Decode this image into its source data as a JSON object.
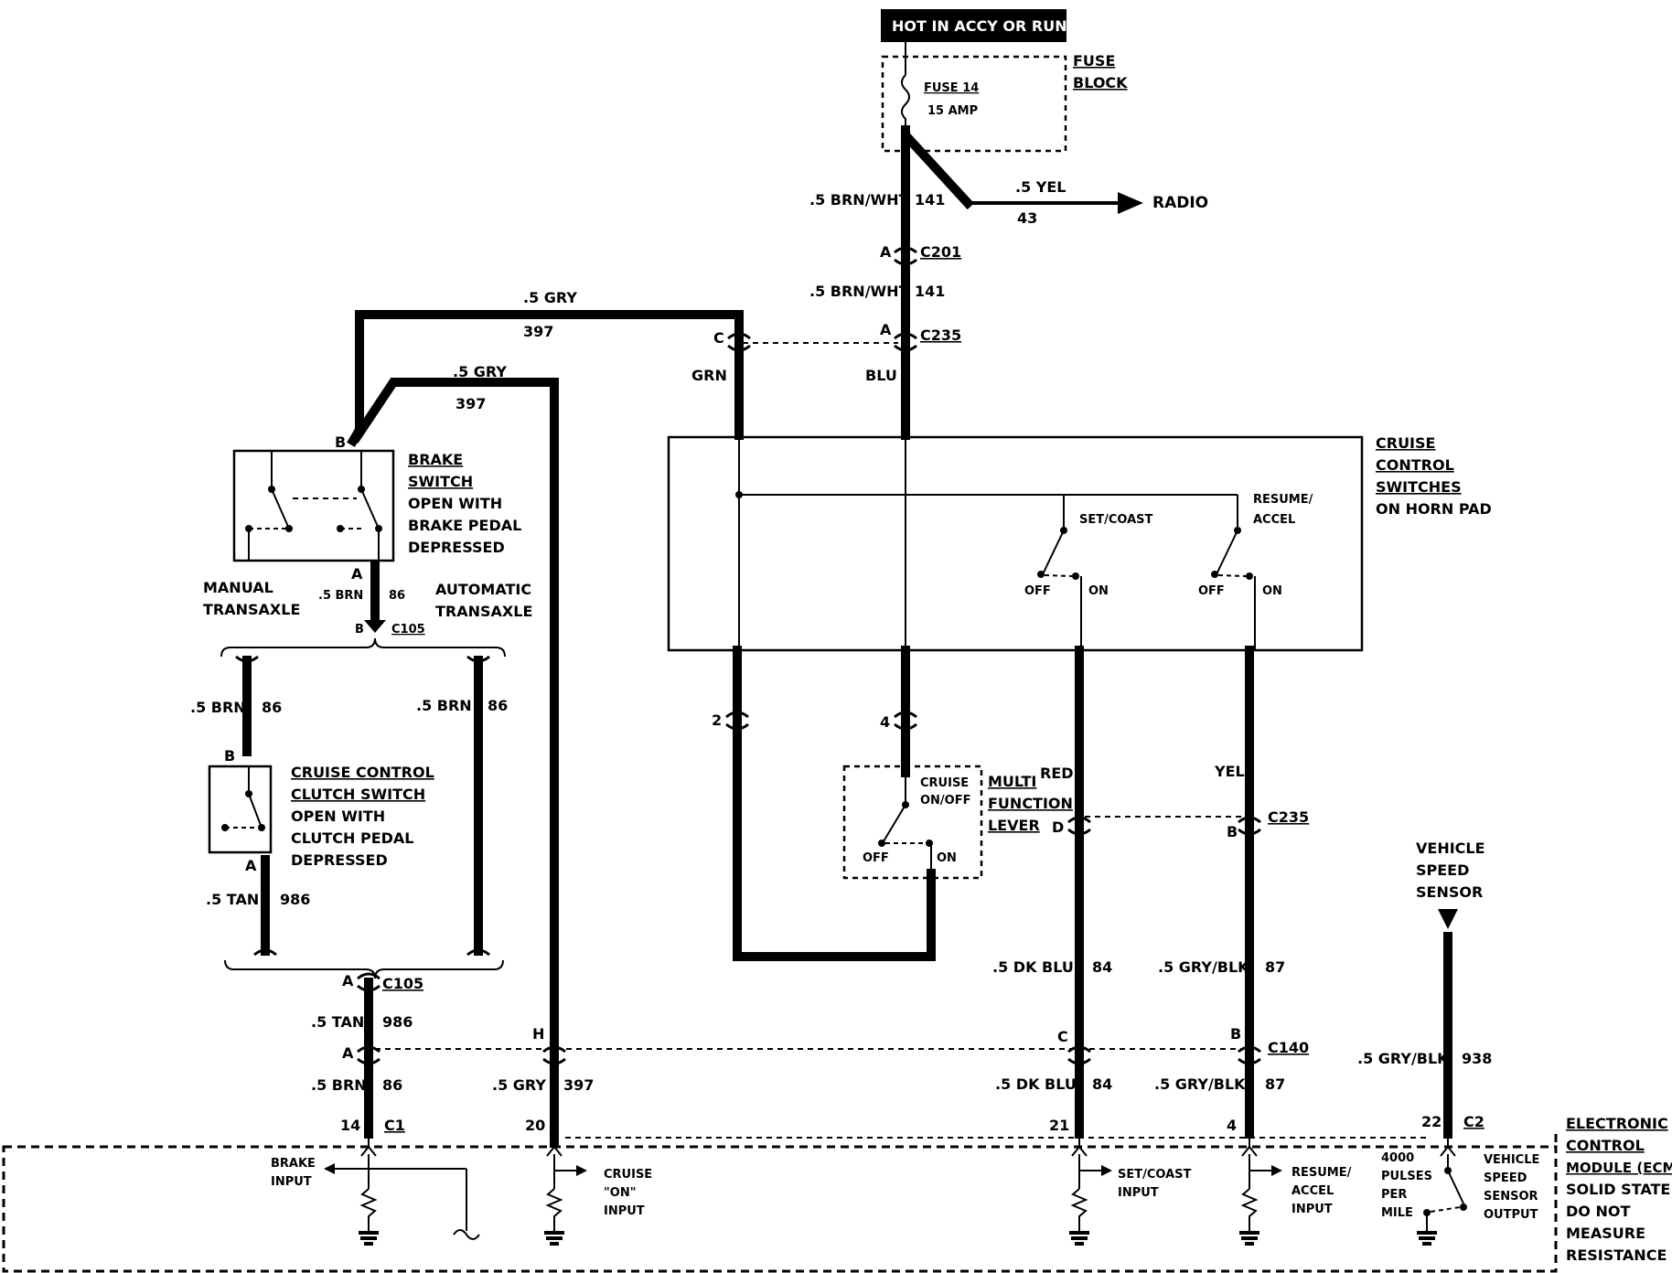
{
  "power": {
    "header": "HOT IN ACCY OR RUN",
    "fuse_block": [
      "FUSE",
      "BLOCK"
    ],
    "fuse_name": "FUSE 14",
    "fuse_rating": "15 AMP"
  },
  "radio": {
    "wire_color": ".5 YEL",
    "circuit": "43",
    "label": "RADIO"
  },
  "feed": {
    "wire1_color": ".5 BRN/WHT",
    "wire1_circuit": "141",
    "c201_pin": "A",
    "c201": "C201",
    "wire2_color": ".5 BRN/WHT",
    "wire2_circuit": "141",
    "c235_pin_a": "A",
    "c235": "C235",
    "c235_pin_c": "C",
    "grn": "GRN",
    "blu": "BLU"
  },
  "gry_wires": {
    "top_color": ".5 GRY",
    "top_circuit": "397",
    "mid_color": ".5 GRY",
    "mid_circuit": "397"
  },
  "brake_switch": {
    "pin_b": "B",
    "pin_a": "A",
    "title": [
      "BRAKE",
      "SWITCH"
    ],
    "desc": [
      "OPEN WITH",
      "BRAKE PEDAL",
      "DEPRESSED"
    ]
  },
  "transaxle": {
    "manual": [
      "MANUAL",
      "TRANSAXLE"
    ],
    "automatic": [
      "AUTOMATIC",
      "TRANSAXLE"
    ],
    "brn_color": ".5 BRN",
    "brn_circuit": "86",
    "c105_pin_b": "B",
    "c105": "C105"
  },
  "clutch": {
    "left_color": ".5 BRN",
    "left_circuit": "86",
    "right_color": ".5 BRN",
    "right_circuit": "86",
    "pin_b": "B",
    "pin_a": "A",
    "title": [
      "CRUISE CONTROL",
      "CLUTCH SWITCH"
    ],
    "desc": [
      "OPEN WITH",
      "CLUTCH PEDAL",
      "DEPRESSED"
    ],
    "tan_color": ".5 TAN",
    "tan_circuit": "986"
  },
  "lower_left": {
    "c105_pin": "A",
    "c105": "C105",
    "tan_color": ".5 TAN",
    "tan_circuit": "986",
    "c1_pin_a": "A",
    "brn_color": ".5 BRN",
    "brn_circuit": "86",
    "gry_color": ".5 GRY",
    "gry_circuit": "397",
    "pin_h": "H"
  },
  "cruise_switches": {
    "title": [
      "CRUISE",
      "CONTROL",
      "SWITCHES",
      "ON HORN PAD"
    ],
    "set_coast": "SET/COAST",
    "resume_accel": [
      "RESUME/",
      "ACCEL"
    ],
    "off1": "OFF",
    "on1": "ON",
    "off2": "OFF",
    "on2": "ON",
    "pin_2": "2",
    "pin_4": "4"
  },
  "multifunction": {
    "cruise": [
      "CRUISE",
      "ON/OFF"
    ],
    "off": "OFF",
    "on": "ON",
    "title": [
      "MULTI",
      "FUNCTION",
      "LEVER"
    ],
    "red": "RED",
    "yel": "YEL",
    "pin_d": "D",
    "pin_b": "B",
    "c235": "C235"
  },
  "mid_right": {
    "dkblu_color": ".5 DK BLU",
    "dkblu_circuit": "84",
    "gryblk_color": ".5 GRY/BLK",
    "gryblk_circuit": "87",
    "pin_c": "C",
    "pin_b": "B",
    "c140": "C140",
    "dkblu2_color": ".5 DK BLU",
    "dkblu2_circuit": "84",
    "gryblk2_color": ".5 GRY/BLK",
    "gryblk2_circuit": "87"
  },
  "vss": {
    "title": [
      "VEHICLE",
      "SPEED",
      "SENSOR"
    ],
    "wire_color": ".5 GRY/BLK",
    "wire_circuit": "938",
    "pin": "22",
    "connector": "C2"
  },
  "ecm": {
    "pin_14": "14",
    "c1": "C1",
    "pin_20": "20",
    "pin_21": "21",
    "pin_4": "4",
    "brake_input": [
      "BRAKE",
      "INPUT"
    ],
    "cruise_input": [
      "CRUISE",
      "\"ON\"",
      "INPUT"
    ],
    "set_input": [
      "SET/COAST",
      "INPUT"
    ],
    "resume_input": [
      "RESUME/",
      "ACCEL",
      "INPUT"
    ],
    "pulses": [
      "4000",
      "PULSES",
      "PER",
      "MILE"
    ],
    "vss_output": [
      "VEHICLE",
      "SPEED",
      "SENSOR",
      "OUTPUT"
    ],
    "title": [
      "ELECTRONIC",
      "CONTROL",
      "MODULE (ECM)",
      "SOLID STATE",
      "DO NOT",
      "MEASURE",
      "RESISTANCE"
    ]
  }
}
